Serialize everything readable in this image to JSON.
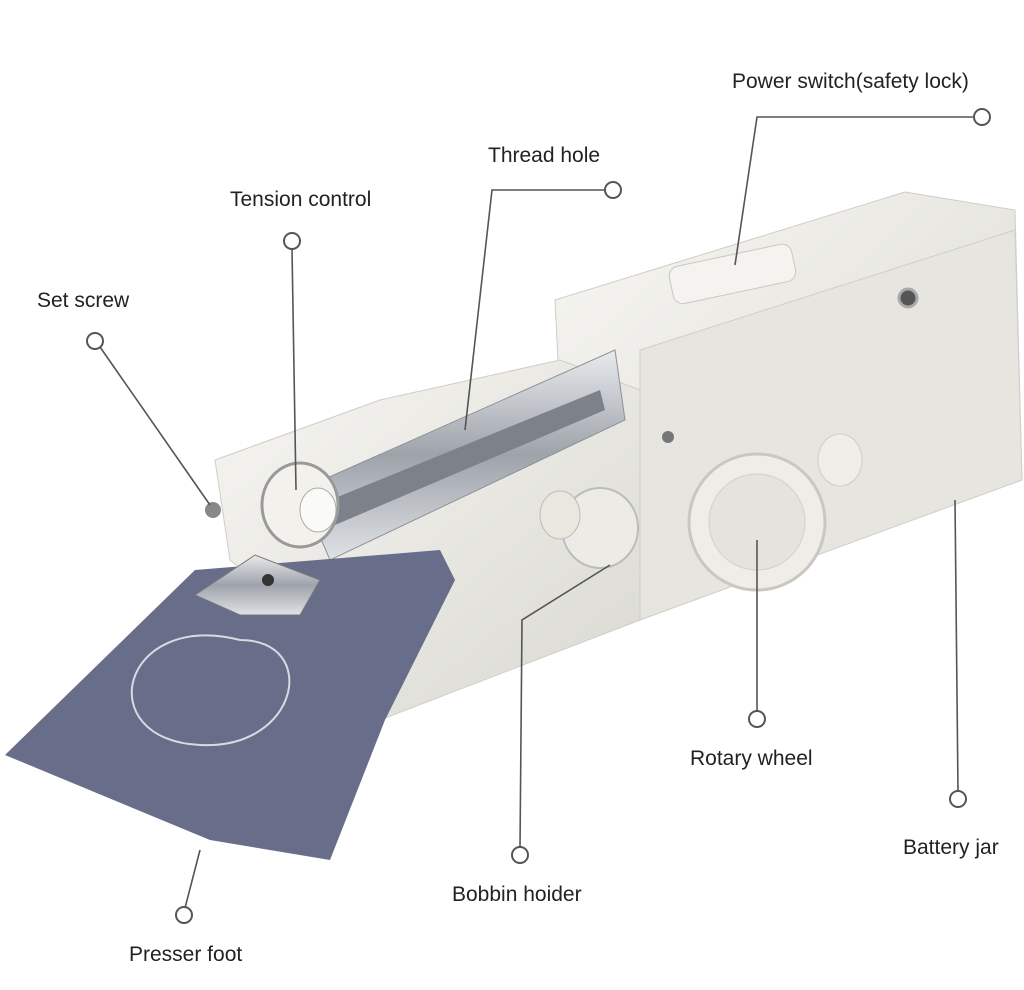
{
  "labels": {
    "power_switch": "Power switch(safety lock)",
    "thread_hole": "Thread hole",
    "tension_control": "Tension control",
    "set_screw": "Set screw",
    "rotary_wheel": "Rotary wheel",
    "battery_jar": "Battery jar",
    "bobbin_holder": "Bobbin hoider",
    "presser_foot": "Presser foot"
  },
  "colors": {
    "body": "#ecebe6",
    "fabric": "#6a6f8c",
    "metal": "#b8bcc2",
    "leader": "#555555"
  }
}
